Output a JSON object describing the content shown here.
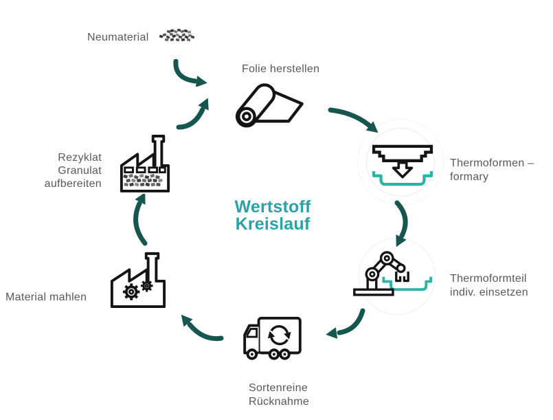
{
  "diagram": {
    "type": "circular-process-diagram",
    "title_lines": [
      "Wertstoff",
      "Kreislauf"
    ]
  },
  "stages": [
    {
      "name": "neumaterial",
      "lines": [
        "Neumaterial"
      ],
      "icon": "granulate-pile-icon"
    },
    {
      "name": "folie-herstellen",
      "lines": [
        "Folie herstellen"
      ],
      "icon": "film-roll-icon"
    },
    {
      "name": "thermoformen",
      "lines": [
        "Thermoformen –",
        "formary"
      ],
      "icon": "thermoforming-press-icon"
    },
    {
      "name": "thermoformteil-einsetzen",
      "lines": [
        "Thermoformteil",
        "indiv. einsetzen"
      ],
      "icon": "robot-arm-tray-icon"
    },
    {
      "name": "sortenreine-ruecknahme",
      "lines": [
        "Sortenreine",
        "Rücknahme"
      ],
      "icon": "recycling-truck-icon"
    },
    {
      "name": "material-mahlen",
      "lines": [
        "Material mahlen"
      ],
      "icon": "factory-gears-icon"
    },
    {
      "name": "rezyklat-aufbereiten",
      "lines": [
        "Rezyklat",
        "Granulat",
        "aufbereiten"
      ],
      "icon": "factory-granulate-icon"
    }
  ],
  "arrows": [
    "arrow-neumaterial-to-folie",
    "arrow-rezyklat-to-folie",
    "arrow-folie-to-thermoformen",
    "arrow-thermoformen-to-thermoformteil",
    "arrow-thermoformteil-to-ruecknahme",
    "arrow-ruecknahme-to-mahlen",
    "arrow-mahlen-to-rezyklat"
  ],
  "colors": {
    "background": "#FFFFFF",
    "title_teal": "#2AA3A4",
    "arrow_teal": "#17564F",
    "tray_teal": "#2CB2A6",
    "label_gray": "#58585C",
    "icon_black": "#141414",
    "granulate_dark": "#3D3D3D",
    "granulate_light": "#8A8A8A",
    "decor_ring_gray": "#ECECEC"
  }
}
